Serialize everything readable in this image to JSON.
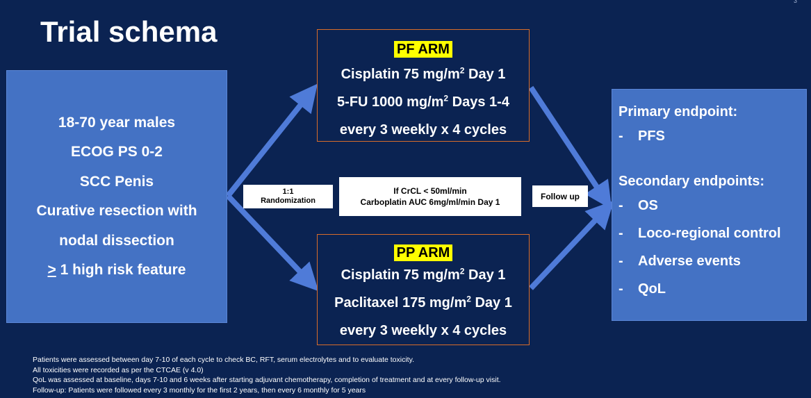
{
  "title": "Trial schema",
  "page_number": "3",
  "eligibility": {
    "lines": [
      "18-70 year males",
      "ECOG PS 0-2",
      "SCC Penis",
      "Curative resection with",
      "nodal dissection"
    ],
    "risk_symbol": ">",
    "risk_text": " 1 high risk feature"
  },
  "pf_arm": {
    "label": "PF ARM",
    "drug1": "Cisplatin 75 mg/m",
    "drug1_sup": "2",
    "drug1_suffix": " Day 1",
    "drug2": "5-FU 1000 mg/m",
    "drug2_sup": "2",
    "drug2_suffix": " Days 1-4",
    "schedule": "every 3 weekly x 4 cycles"
  },
  "pp_arm": {
    "label": "PP ARM",
    "drug1": "Cisplatin 75 mg/m",
    "drug1_sup": "2",
    "drug1_suffix": " Day 1",
    "drug2": "Paclitaxel 175 mg/m",
    "drug2_sup": "2",
    "drug2_suffix": " Day 1",
    "schedule": "every 3 weekly x 4 cycles"
  },
  "randomization": {
    "ratio": "1:1",
    "label": "Randomization"
  },
  "carboplatin": {
    "line1": "If CrCL < 50ml/min",
    "line2": "Carboplatin AUC 6mg/ml/min Day 1"
  },
  "follow_up": "Follow up",
  "endpoints": {
    "primary_heading": "Primary endpoint:",
    "primary_items": [
      "PFS"
    ],
    "secondary_heading": "Secondary endpoints:",
    "secondary_items": [
      "OS",
      "Loco-regional control",
      "Adverse events",
      "QoL"
    ],
    "dash": "-"
  },
  "footnotes": [
    "Patients were assessed between day 7-10 of each cycle to check BC, RFT, serum electrolytes and to evaluate toxicity.",
    "All toxicities were recorded as per the CTCAE (v 4.0)",
    "QoL was assessed at baseline, days 7-10 and 6 weeks after starting adjuvant chemotherapy, completion of treatment and at every follow-up visit.",
    "Follow-up: Patients were followed every 3 monthly for the first 2 years, then every 6 monthly for 5 years"
  ],
  "colors": {
    "background": "#0b2352",
    "box_blue": "#4472c4",
    "arm_border": "#d96d2a",
    "highlight": "#ffff00",
    "arrow": "#4f7bd8"
  }
}
